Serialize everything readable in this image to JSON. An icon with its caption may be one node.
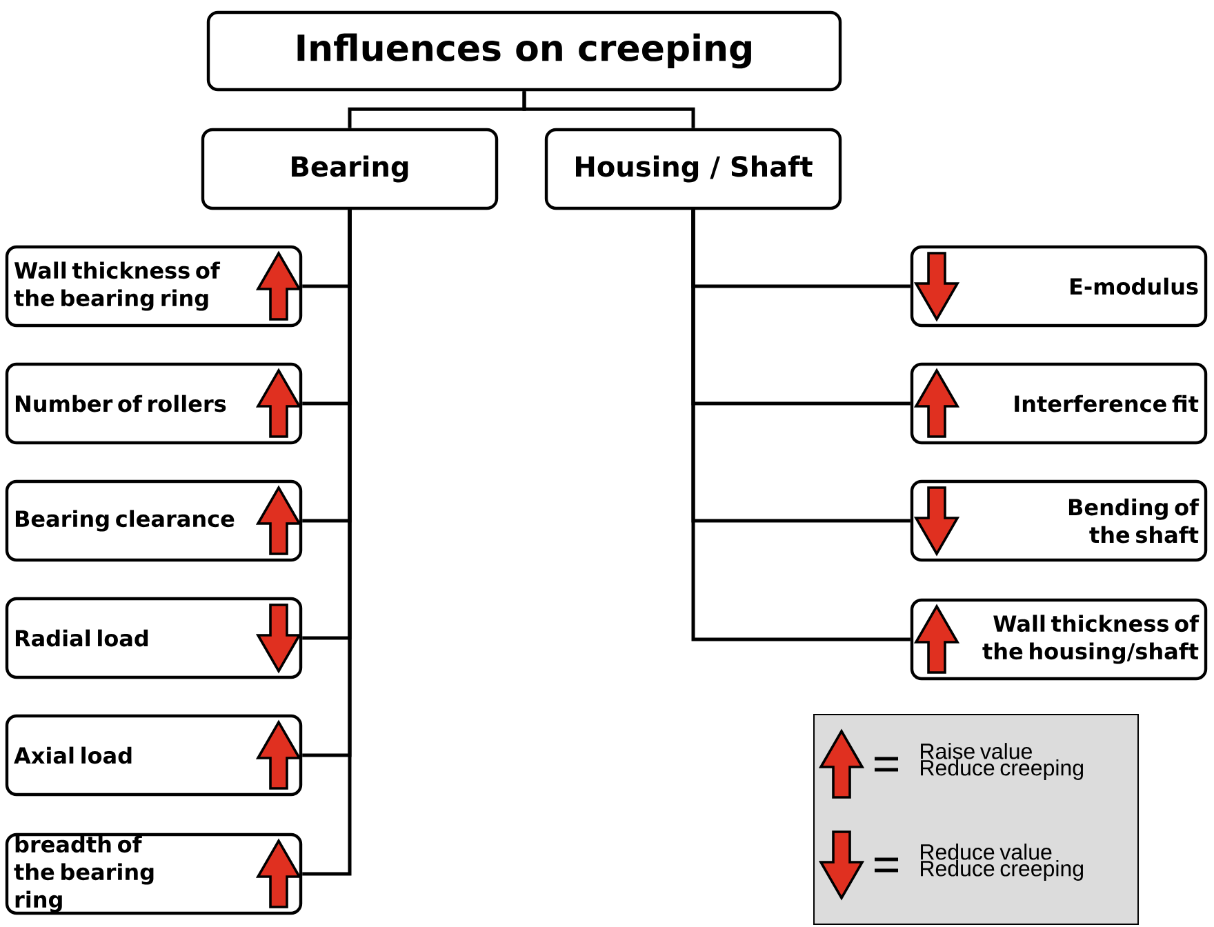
{
  "diagram": {
    "nodes": [
      {
        "text": [
          "Influences on creeping"
        ]
      },
      {
        "text": [
          "Bearing"
        ]
      },
      {
        "text": [
          "Housing / Shaft"
        ]
      },
      {
        "text": [
          "Wall thickness of the bearing ring"
        ]
      },
      {
        "text": [
          "Number of rollers"
        ]
      },
      {
        "text": [
          "Bearing clearance"
        ]
      },
      {
        "text": [
          "Radial load"
        ]
      },
      {
        "text": [
          "Axial load"
        ]
      },
      {
        "text": [
          "breadth of the bearing ring"
        ]
      },
      {
        "text": [
          "E-modulus"
        ]
      },
      {
        "text": [
          "Interference fit"
        ]
      },
      {
        "text": [
          "Bending of the shaft"
        ]
      },
      {
        "text": [
          "Wall thickness of the housing/shaft"
        ]
      }
    ],
    "edges": [
      {
        "from": 0,
        "to": 1,
        "arrow": "none"
      },
      {
        "from": 0,
        "to": 2,
        "arrow": "none"
      },
      {
        "from": 1,
        "to": 3,
        "arrow": "none"
      },
      {
        "from": 1,
        "to": 4,
        "arrow": "none"
      },
      {
        "from": 1,
        "to": 5,
        "arrow": "none"
      },
      {
        "from": 1,
        "to": 6,
        "arrow": "none"
      },
      {
        "from": 1,
        "to": 7,
        "arrow": "none"
      },
      {
        "from": 1,
        "to": 8,
        "arrow": "none"
      },
      {
        "from": 2,
        "to": 9,
        "arrow": "none"
      },
      {
        "from": 2,
        "to": 10,
        "arrow": "none"
      },
      {
        "from": 2,
        "to": 11,
        "arrow": "none"
      },
      {
        "from": 2,
        "to": 12,
        "arrow": "none"
      }
    ],
    "legend": [
      {
        "text": "Raise value Reduce creeping"
      },
      {
        "text": "Reduce value Reduce creeping"
      }
    ]
  }
}
